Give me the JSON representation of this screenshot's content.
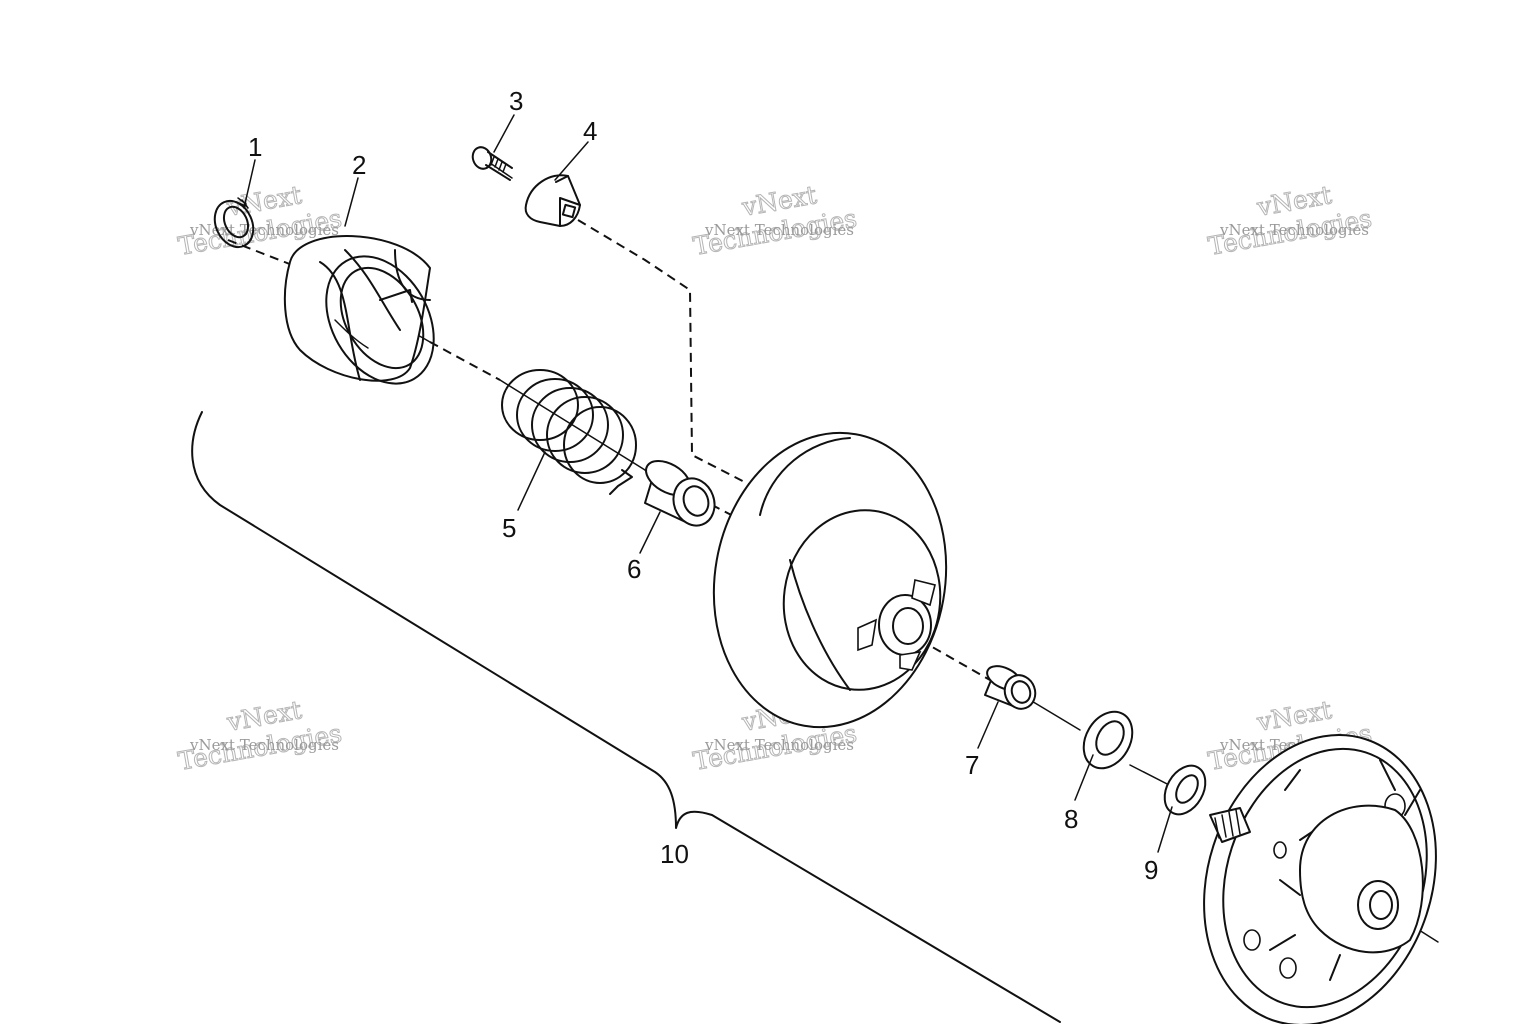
{
  "callouts": [
    "1",
    "2",
    "3",
    "4",
    "5",
    "6",
    "7",
    "8",
    "9",
    "10"
  ],
  "watermark": {
    "line1": "vNext Technologies",
    "line2": "vNext",
    "line3": "Technologies"
  },
  "colors": {
    "ink": "#111111",
    "watermark": "#9a9a9a",
    "background": "#ffffff"
  }
}
